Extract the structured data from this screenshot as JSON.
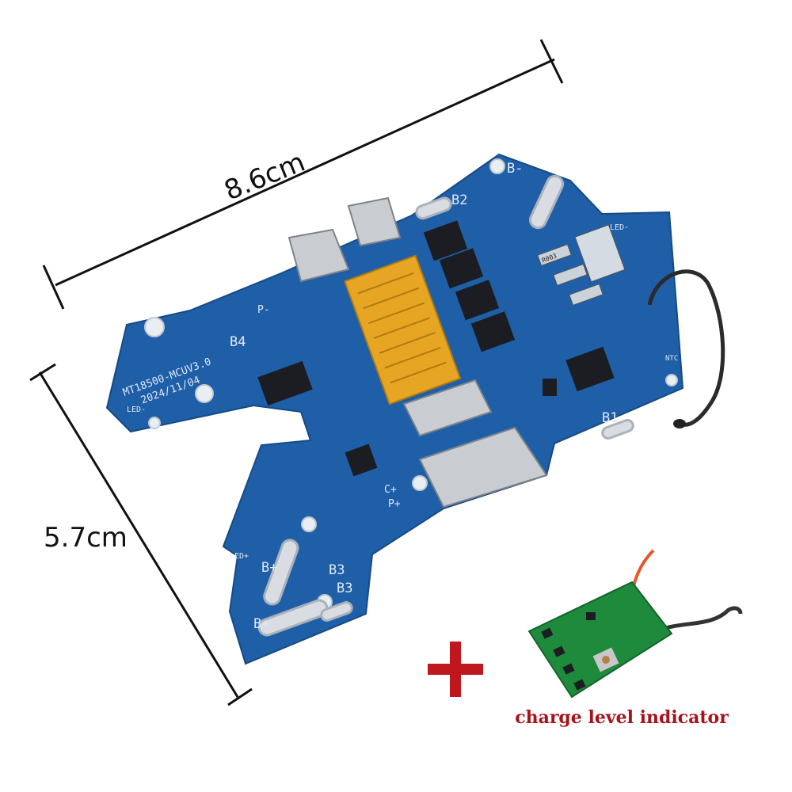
{
  "dimensions": {
    "width_label": "8.6cm",
    "height_label": "5.7cm"
  },
  "board_silkscreen": {
    "model": "MT18500-MCUV3.0",
    "date": "2024/11/04",
    "pads": [
      "B-",
      "B2",
      "B4",
      "P-",
      "B1",
      "C+",
      "P+",
      "B+",
      "B3",
      "B3",
      "B+",
      "LED-",
      "LED-",
      "LED+",
      "NTC"
    ],
    "resistor_marking": "R003"
  },
  "plus_sign": "+",
  "addon": {
    "caption": "charge level indicator"
  },
  "colors": {
    "board": "#1f5fa8",
    "connector": "#e6a623",
    "addon_board": "#1e8a3c",
    "caption": "#a8131b",
    "plus": "#c0161d"
  }
}
